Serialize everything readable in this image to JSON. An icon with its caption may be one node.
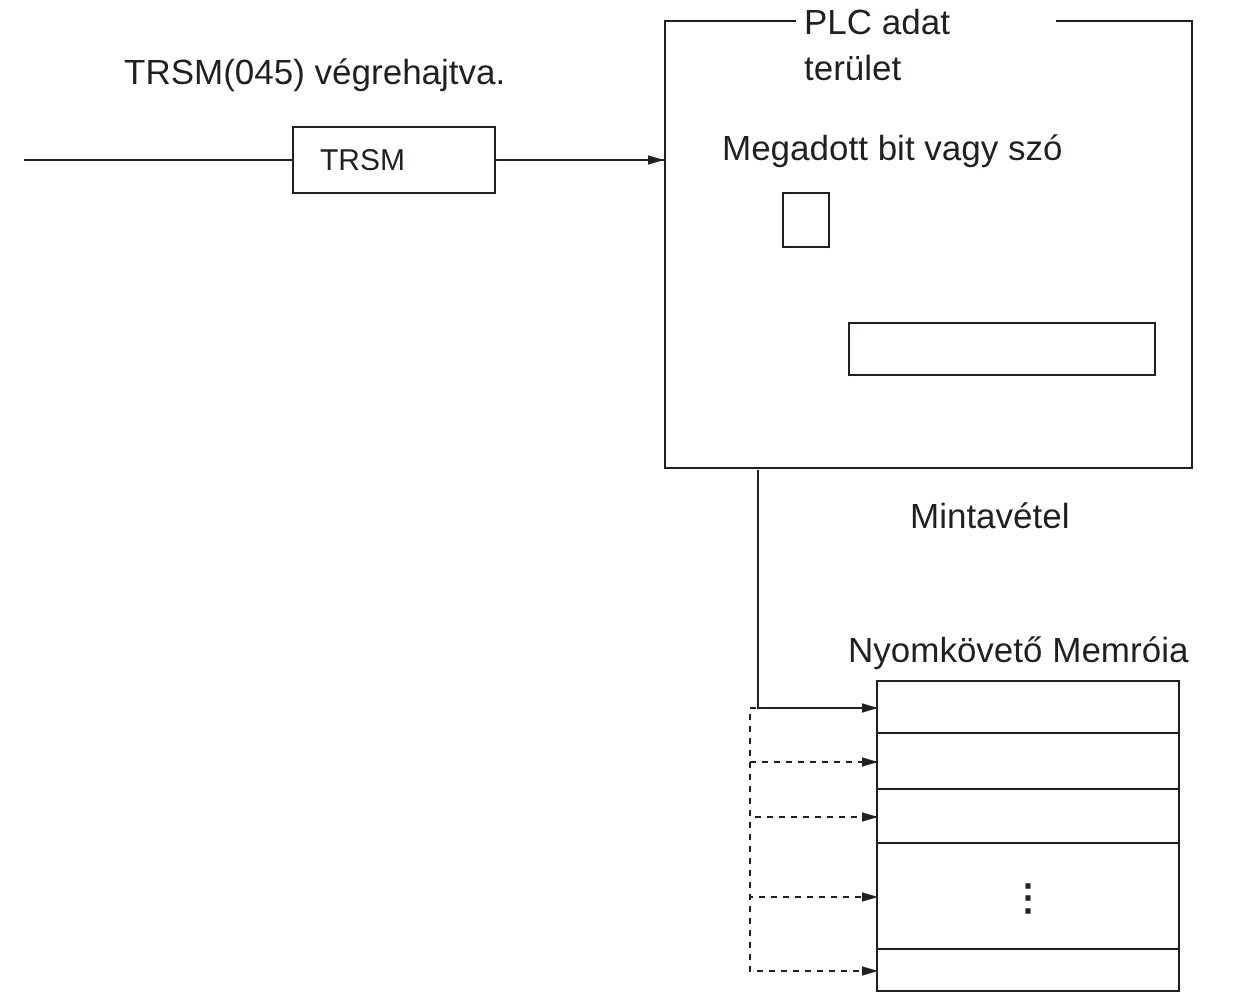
{
  "diagram": {
    "nodes": [
      {
        "text": [
          "TRSM"
        ]
      },
      {
        "text": [
          "PLC adat terület",
          "Megadott bit vagy szó"
        ]
      },
      {
        "text": [],
        "shape": "box",
        "in": 1
      },
      {
        "text": [],
        "shape": "box",
        "in": 1
      },
      {
        "text": [
          "Nyomkövető Memróia"
        ]
      },
      {
        "text": [],
        "shape": "box",
        "in": 4
      },
      {
        "text": [],
        "shape": "box",
        "in": 4
      },
      {
        "text": [],
        "shape": "box",
        "in": 4
      },
      {
        "text": [
          "⋮"
        ],
        "in": 4
      },
      {
        "text": [],
        "shape": "box",
        "in": 4
      }
    ],
    "edges": [
      {
        "from": null,
        "to": 0,
        "arrow": "none"
      },
      {
        "from": 0,
        "to": 1,
        "arrow": "to"
      },
      {
        "from": 1,
        "to": 5,
        "arrow": "to"
      },
      {
        "from": 1,
        "to": 6,
        "arrow": "to",
        "style": "dashed"
      },
      {
        "from": 1,
        "to": 7,
        "arrow": "to",
        "style": "dashed"
      },
      {
        "from": 1,
        "to": 8,
        "arrow": "to",
        "style": "dashed"
      },
      {
        "from": 1,
        "to": 9,
        "arrow": "to",
        "style": "dashed"
      }
    ],
    "labels": [
      "TRSM(045) végrehajtva.",
      "Mintavétel"
    ]
  }
}
